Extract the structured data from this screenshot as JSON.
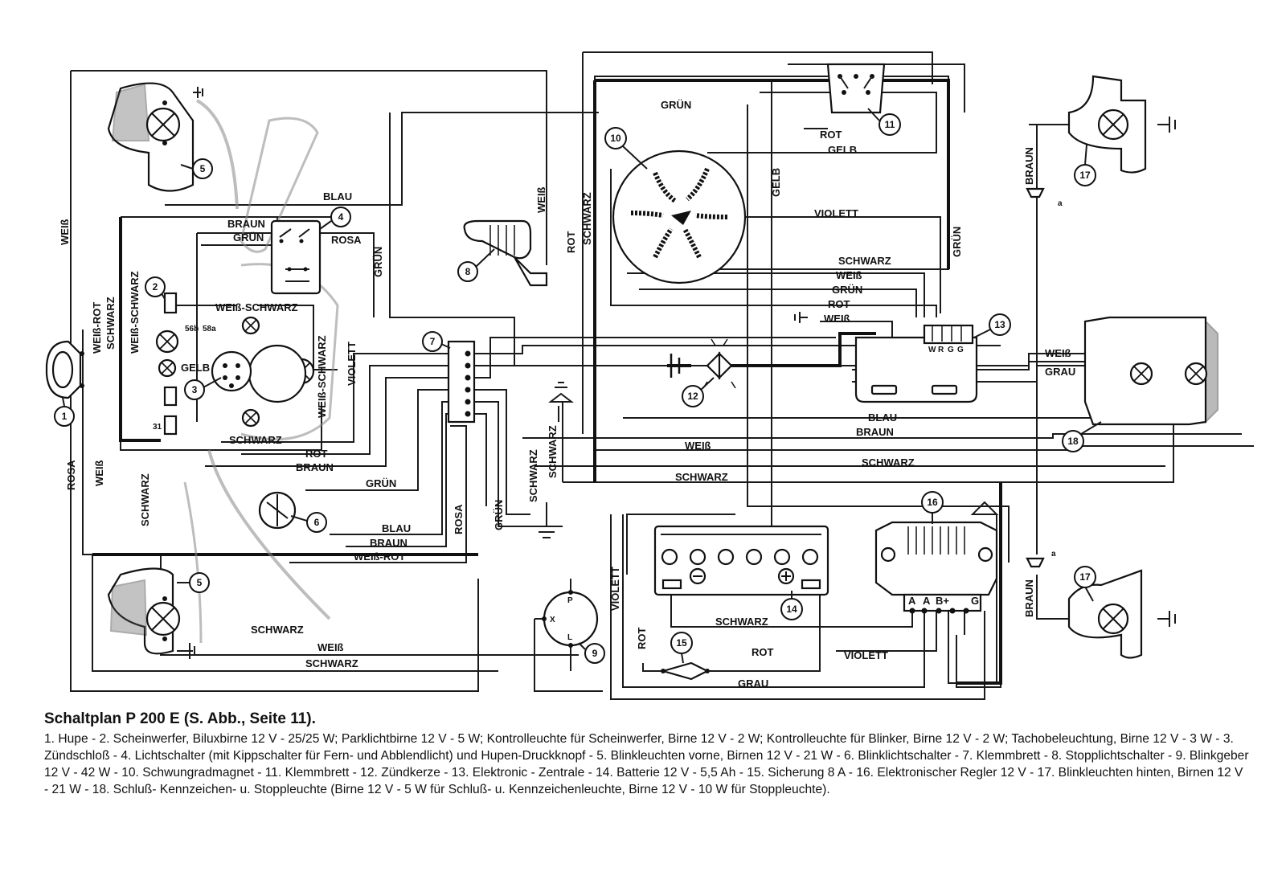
{
  "caption": {
    "title": "Schaltplan P 200 E (S. Abb., Seite 11).",
    "body": "1. Hupe - 2. Scheinwerfer, Biluxbirne 12 V - 25/25 W; Parklichtbirne 12 V - 5 W; Kontrolleuchte für Scheinwerfer, Birne 12 V - 2 W; Kontrolleuchte für Blinker, Birne 12 V - 2 W; Tachobeleuchtung, Birne 12 V - 3 W - 3. Zündschloß - 4. Lichtschalter (mit Kippschalter für Fern- und Abblendlicht) und Hupen-Druckknopf - 5. Blinkleuchten vorne, Birnen 12 V - 21 W - 6. Blinklichtschalter - 7. Klemmbrett - 8. Stopplichtschalter - 9. Blinkgeber 12 V - 42 W - 10. Schwungradmagnet - 11. Klemmbrett - 12. Zündkerze - 13. Elektronic - Zentrale - 14. Batterie 12 V - 5,5 Ah - 15. Sicherung 8 A - 16. Elektronischer Regler 12 V - 17. Blinkleuchten hinten, Birnen 12 V - 21 W - 18. Schluß- Kennzeichen- u. Stoppleuchte (Birne 12 V - 5 W für Schluß- u. Kennzeichenleuchte, Birne 12 V - 10 W für Stoppleuchte)."
  },
  "callouts": [
    "1",
    "2",
    "3",
    "4",
    "5",
    "5",
    "6",
    "7",
    "8",
    "9",
    "10",
    "11",
    "12",
    "13",
    "14",
    "15",
    "16",
    "17",
    "17",
    "18"
  ],
  "wire_labels": {
    "weiss_left": "WEIß",
    "blau_top": "BLAU",
    "braun_sw": "BRAUN",
    "gruen_sw": "GRÜN",
    "rosa_sw": "ROSA",
    "weiss_rot": "WEIß-ROT",
    "schwarz_v1": "SCHWARZ",
    "weiss_schwarz_v": "WEIß-SCHWARZ",
    "weiss_schwarz_h": "WEIß-SCHWARZ",
    "gelb_h": "GELB",
    "weiss_schwarz_v2": "WEIß-SCHWARZ",
    "violett_v": "VIOLETT",
    "gruen_v1": "GRÜN",
    "schwarz_h1": "SCHWARZ",
    "rot_h1": "ROT",
    "braun_h1": "BRAUN",
    "gruen_h1": "GRÜN",
    "rosa_v": "ROSA",
    "weiss_v2": "WEIß",
    "schwarz_v2": "SCHWARZ",
    "blau_h2": "BLAU",
    "braun_h2": "BRAUN",
    "weiss_rot_h": "WEIß-ROT",
    "rosa_v2": "ROSA",
    "gruen_v2": "GRÜN",
    "schwarz_h2": "SCHWARZ",
    "weiss_h3": "WEIß",
    "schwarz_h3": "SCHWARZ",
    "weiss_v3": "WEIß",
    "rot_v1": "ROT",
    "schwarz_v3": "SCHWARZ",
    "gruen_top": "GRÜN",
    "rot_top": "ROT",
    "gelb_top": "GELB",
    "gelb_v": "GELB",
    "violett_h": "VIOLETT",
    "gruen_v3": "GRÜN",
    "schwarz_h4": "SCHWARZ",
    "weiss_h4": "WEIß",
    "gruen_h4": "GRÜN",
    "rot_h4": "ROT",
    "weiss_h5": "WEIß",
    "weiss_r": "WEIß",
    "grau_r": "GRAU",
    "blau_h6": "BLAU",
    "braun_h6": "BRAUN",
    "weiss_h6": "WEIß",
    "schwarz_h6": "SCHWARZ",
    "schwarz_h7": "SCHWARZ",
    "schwarz_v4": "SCHWARZ",
    "schwarz_v5": "SCHWARZ",
    "violett_v2": "VIOLETT",
    "rot_v2": "ROT",
    "schwarz_h8": "SCHWARZ",
    "rot_h8": "ROT",
    "violett_h8": "VIOLETT",
    "grau_h8": "GRAU",
    "braun_r1": "BRAUN",
    "braun_r2": "BRAUN"
  },
  "terminal_labels": {
    "a_top": "a",
    "a_bottom": "a",
    "p": "P",
    "x": "X",
    "l": "L",
    "t56b": "56b",
    "t58a": "58a",
    "t31": "31",
    "reg_a1": "A",
    "reg_a2": "A",
    "reg_b": "B+",
    "reg_g": "G",
    "ecu_w": "W",
    "ecu_r": "R",
    "ecu_g1": "G",
    "ecu_g2": "G"
  },
  "colors": {
    "ink": "#111111",
    "paper": "#ffffff"
  }
}
